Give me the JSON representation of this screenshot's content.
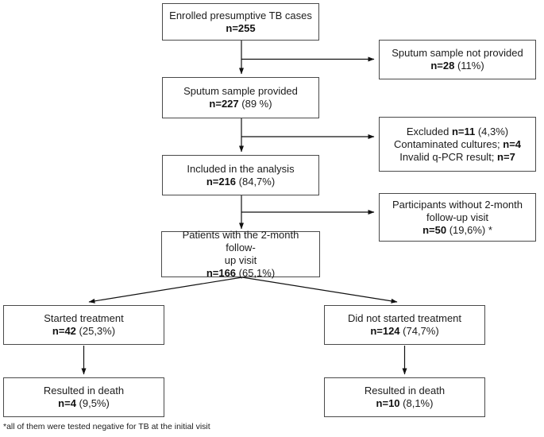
{
  "boxes": {
    "enrolled": {
      "line1": "Enrolled presumptive TB cases",
      "n": "n=255",
      "rest": ""
    },
    "sputum_not_provided": {
      "line1": "Sputum sample not provided",
      "n": "n=28",
      "rest": " (11%)"
    },
    "sputum_provided": {
      "line1": "Sputum sample provided",
      "n": "n=227",
      "rest": " (89 %)"
    },
    "excluded": {
      "l1a": "Excluded ",
      "l1b": "n=11",
      "l1c": " (4,3%)",
      "l2a": "Contaminated cultures; ",
      "l2b": "n=4",
      "l3a": "Invalid q-PCR result; ",
      "l3b": "n=7"
    },
    "included": {
      "line1": "Included in the analysis",
      "n": "n=216",
      "rest": " (84,7%)"
    },
    "without_followup": {
      "line1": "Participants without 2-month",
      "line2": "follow-up visit",
      "n": "n=50",
      "rest": " (19,6%) *"
    },
    "with_followup": {
      "line1": "Patients with the 2-month follow-",
      "line2": "up visit",
      "n": "n=166",
      "rest": " (65,1%)"
    },
    "started_treatment": {
      "line1": "Started treatment",
      "n": "n=42",
      "rest": " (25,3%)"
    },
    "not_started_treatment": {
      "line1": "Did not started treatment",
      "n": "n=124",
      "rest": " (74,7%)"
    },
    "death_started": {
      "line1": "Resulted in death",
      "n": "n=4",
      "rest": " (9,5%)"
    },
    "death_not_started": {
      "line1": "Resulted in death",
      "n": "n=10",
      "rest": " (8,1%)"
    }
  },
  "footnote": "*all of them were tested negative for TB at the initial visit",
  "colors": {
    "background": "#ffffff",
    "border": "#4a4a4a",
    "text": "#1c1c1c",
    "connector": "#111111"
  }
}
